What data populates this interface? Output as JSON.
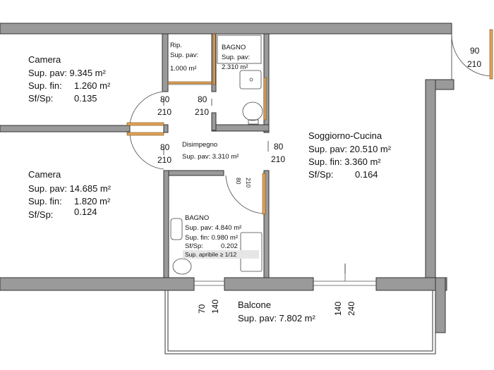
{
  "rooms": {
    "camera_top": {
      "name": "Camera",
      "sup_pav": "Sup. pav: 9.345 m²",
      "sup_fin_label": "Sup. fin:",
      "sup_fin_value": "1.260 m²",
      "sfsp_label": "Sf/Sp:",
      "sfsp_value": "0.135"
    },
    "camera_bottom": {
      "name": "Camera",
      "sup_pav": "Sup. pav: 14.685 m²",
      "sup_fin_label": "Sup. fin:",
      "sup_fin_value": "1.820 m²",
      "sfsp_label": "Sf/Sp:",
      "sfsp_value": "0.124"
    },
    "ripostiglio": {
      "name": "Rip.",
      "sup_pav_label": "Sup. pav:",
      "sup_pav_value": "1.000 m²"
    },
    "bagno_top": {
      "name": "BAGNO",
      "sup_pav_label": "Sup. pav:",
      "sup_pav_value": "2.310 m²"
    },
    "disimpegno": {
      "name": "Disimpegno",
      "sup_pav": "Sup. pav: 3.310 m²"
    },
    "soggiorno": {
      "name": "Soggiorno-Cucina",
      "sup_pav": "Sup. pav: 20.510 m²",
      "sup_fin": "Sup. fin:  3.360 m²",
      "sfsp_label": "Sf/Sp:",
      "sfsp_value": "0.164"
    },
    "bagno_bottom": {
      "name": "BAGNO",
      "sup_pav": "Sup. pav: 4.840 m²",
      "sup_fin": "Sup. fin:   0.980 m²",
      "sfsp_label": "Sf/Sp:",
      "sfsp_value": "0.202",
      "apribile": "Sup. apribile ≥ 1/12"
    },
    "balcone": {
      "name": "Balcone",
      "sup_pav": "Sup. pav: 7.802 m²"
    }
  },
  "doors": {
    "entrance": {
      "width": "90",
      "height": "210"
    },
    "camera_top": {
      "width": "80",
      "height": "210"
    },
    "rip": {
      "width": "80",
      "height": "210"
    },
    "camera_bot": {
      "width": "80",
      "height": "210"
    },
    "soggiorno": {
      "width": "80",
      "height": "210"
    },
    "bagno_bot": {
      "width": "80",
      "height": "210"
    },
    "balcone_a": {
      "width": "70",
      "height": "140"
    },
    "balcone_b": {
      "width": "140",
      "height": "240"
    }
  },
  "colors": {
    "wall_fill": "#9a9a9a",
    "wall_stroke": "#333333",
    "door_leaf": "#e2a45a",
    "fixture": "#444444"
  }
}
